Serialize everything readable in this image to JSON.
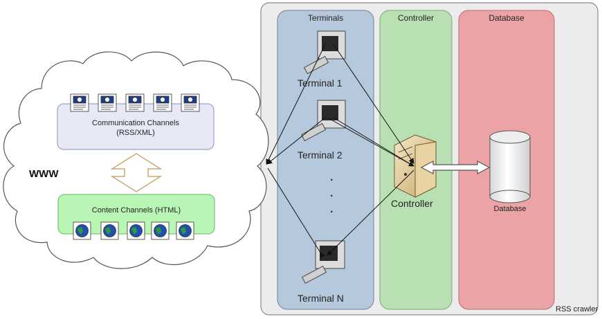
{
  "www_label": "WWW",
  "communication_channels": {
    "line1": "Communication Channels",
    "line2": "(RSS/XML)"
  },
  "content_channels": {
    "label": "Content Channels (HTML)"
  },
  "panels": {
    "terminals": "Terminals",
    "controller": "Controller",
    "database": "Database"
  },
  "terminals": [
    "Terminal 1",
    "Terminal 2",
    "Terminal N"
  ],
  "ellipsis": "·",
  "controller_label": "Controller",
  "database_label": "Database",
  "container_label": "RSS crawler",
  "colors": {
    "terminals_panel": "#b6c8dc",
    "controller_panel": "#b9e0b2",
    "database_panel": "#eba3a6",
    "container": "#ececec",
    "comm_box": "#e7e9f7",
    "content_box": "#b9f5b4"
  }
}
